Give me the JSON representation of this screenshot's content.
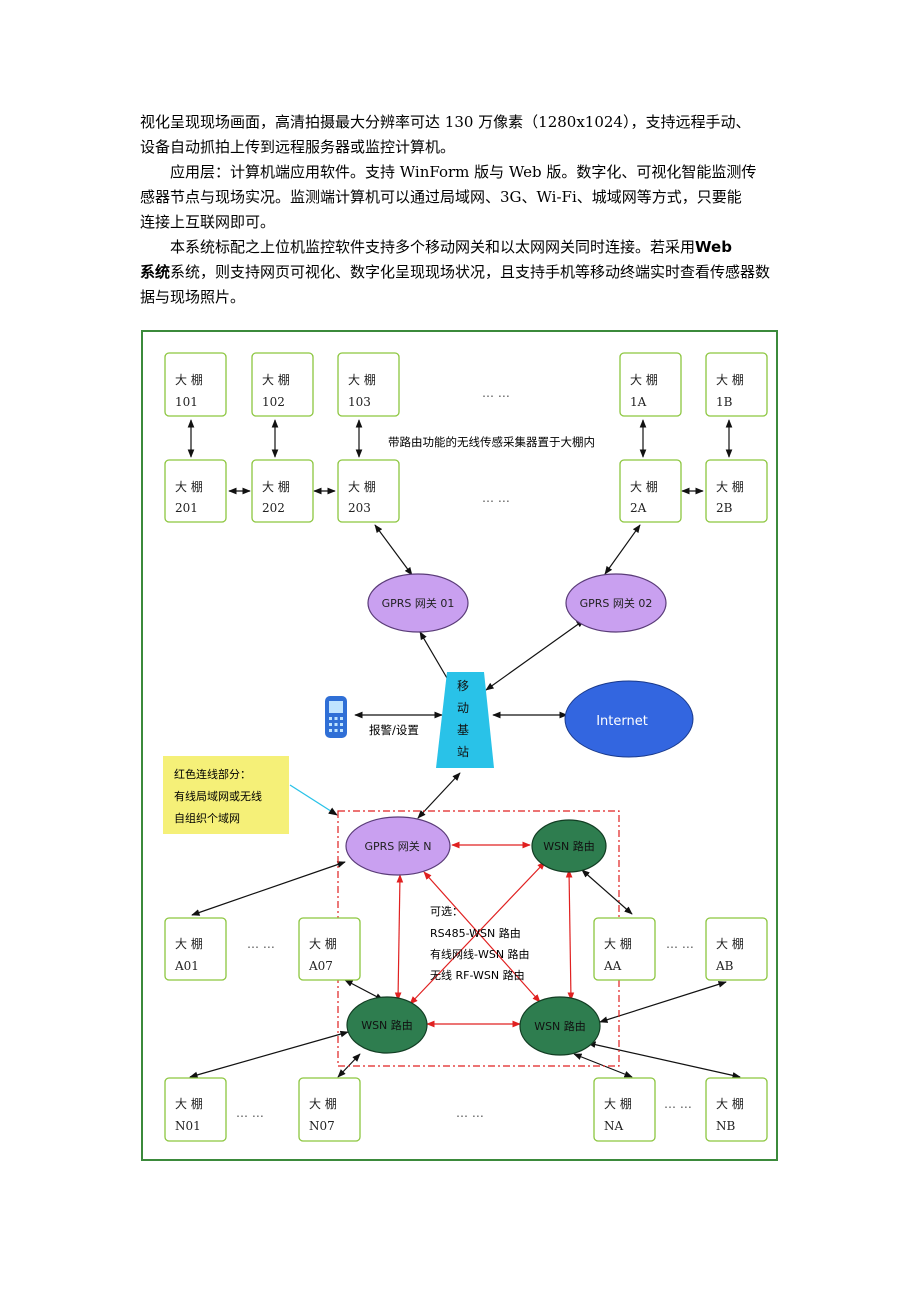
{
  "paragraphs": [
    {
      "lines": [
        "视化呈现现场画面，高清拍摄最大分辨率可达 130 万像素（1280x1024），支持远程手动、",
        "设备自动抓拍上传到远程服务器或监控计算机。"
      ]
    },
    {
      "lines": [
        "应用层：计算机端应用软件。支持 WinForm 版与 Web 版。数字化、可视化智能监测传",
        "感器节点与现场实况。监测端计算机可以通过局域网、3G、Wi-Fi、城域网等方式，只要能",
        "连接上互联网即可。"
      ]
    },
    {
      "lines": [
        "本系统标配之上位机监控软件支持多个移动网关和以太网网关同时连接。若采用",
        "系统，则支持网页可视化、数字化呈现现场状况，且支持手机等移动终端实时查看传感器数",
        "据与现场照片。"
      ],
      "bold_1": "Web",
      "bold_2": "系统"
    }
  ],
  "diagram": {
    "greenhouse_label": "大 棚",
    "row1": [
      "101",
      "102",
      "103",
      "1A",
      "1B"
    ],
    "row2": [
      "201",
      "202",
      "203",
      "2A",
      "2B"
    ],
    "row3": [
      "A01",
      "A07",
      "AA",
      "AB"
    ],
    "row4": [
      "N01",
      "N07",
      "NA",
      "NB"
    ],
    "ellipsis": "… …",
    "router_note": "带路由功能的无线传感采集器置于大棚内",
    "gateway_01": "GPRS 网关 01",
    "gateway_02": "GPRS 网关 02",
    "gateway_n": "GPRS 网关 N",
    "base_station": [
      "移",
      "动",
      "基",
      "站"
    ],
    "internet": "Internet",
    "alarm": "报警/设置",
    "callout": [
      "红色连线部分：",
      "有线局域网或无线",
      "自组织个域网"
    ],
    "wsn_router": "WSN 路由",
    "options": [
      "可选：",
      "RS485-WSN 路由",
      "有线网线-WSN 路由",
      "无线 RF-WSN 路由"
    ],
    "colors": {
      "frame": "#3b8a3b",
      "box_border": "#8cc63f",
      "gprs_fill": "#c9a0f0",
      "wsn_fill": "#2e7d4f",
      "station_fill": "#29c2e8",
      "internet_fill": "#3366e0",
      "callout_fill": "#f5f078",
      "red_link": "#e02020"
    }
  }
}
